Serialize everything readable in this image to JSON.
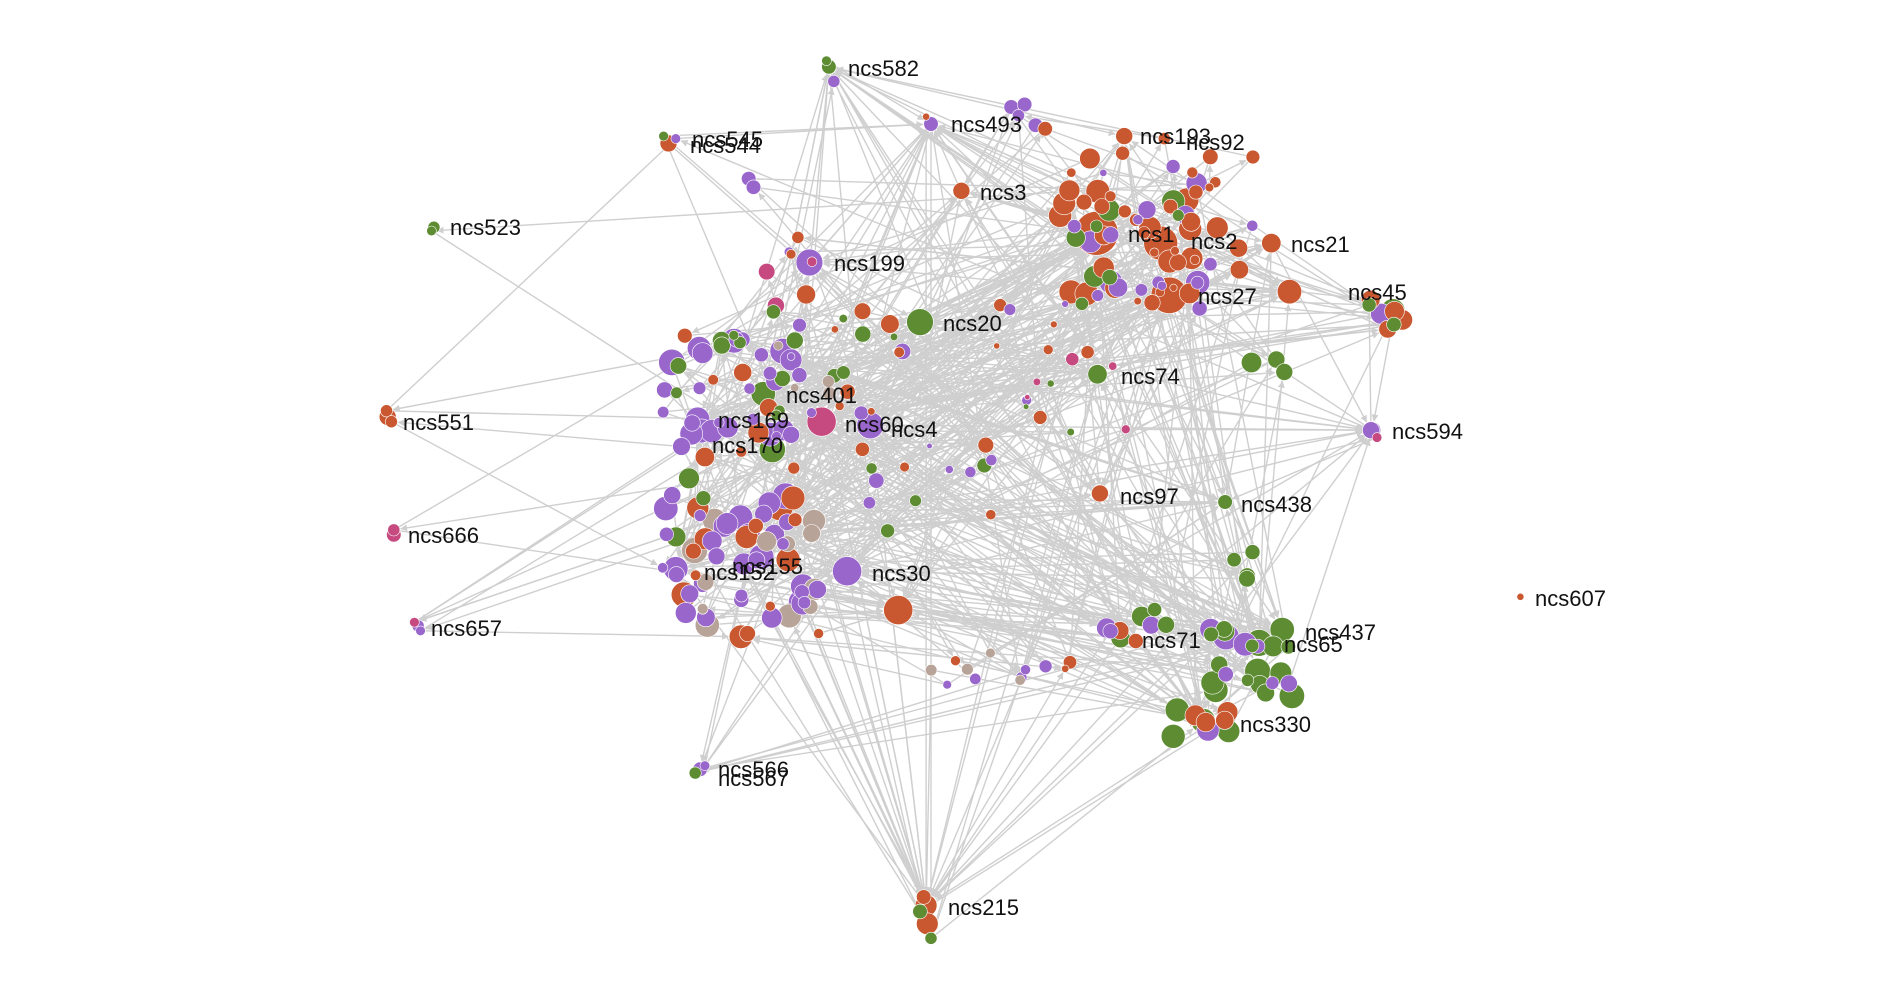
{
  "colors": {
    "orange": "#c9572f",
    "purple": "#9966cc",
    "green": "#5e8c33",
    "pink": "#c64a80",
    "tan": "#b8a398",
    "edge": "#cfcfcf",
    "label": "#111111"
  },
  "labels": {
    "ncs582": "ncs582",
    "ncs493": "ncs493",
    "ncs193": "ncs193",
    "ncs92": "ncs92",
    "ncs545": "ncs545",
    "ncs544": "ncs544",
    "ncs3": "ncs3",
    "ncs1": "ncs1",
    "ncs2": "ncs2",
    "ncs21": "ncs21",
    "ncs523": "ncs523",
    "ncs199": "ncs199",
    "ncs27": "ncs27",
    "ncs45": "ncs45",
    "ncs20": "ncs20",
    "ncs74": "ncs74",
    "ncs401": "ncs401",
    "ncs551": "ncs551",
    "ncs169": "ncs169",
    "ncs60": "ncs60",
    "ncs4": "ncs4",
    "ncs594": "ncs594",
    "ncs170": "ncs170",
    "ncs97": "ncs97",
    "ncs438": "ncs438",
    "ncs666": "ncs666",
    "ncs155": "ncs155",
    "ncs152": "ncs152",
    "ncs30": "ncs30",
    "ncs607": "ncs607",
    "ncs657": "ncs657",
    "ncs437": "ncs437",
    "ncs71": "ncs71",
    "ncs65": "ncs65",
    "ncs330": "ncs330",
    "ncs566": "ncs566",
    "ncs567": "ncs567",
    "ncs215": "ncs215"
  }
}
